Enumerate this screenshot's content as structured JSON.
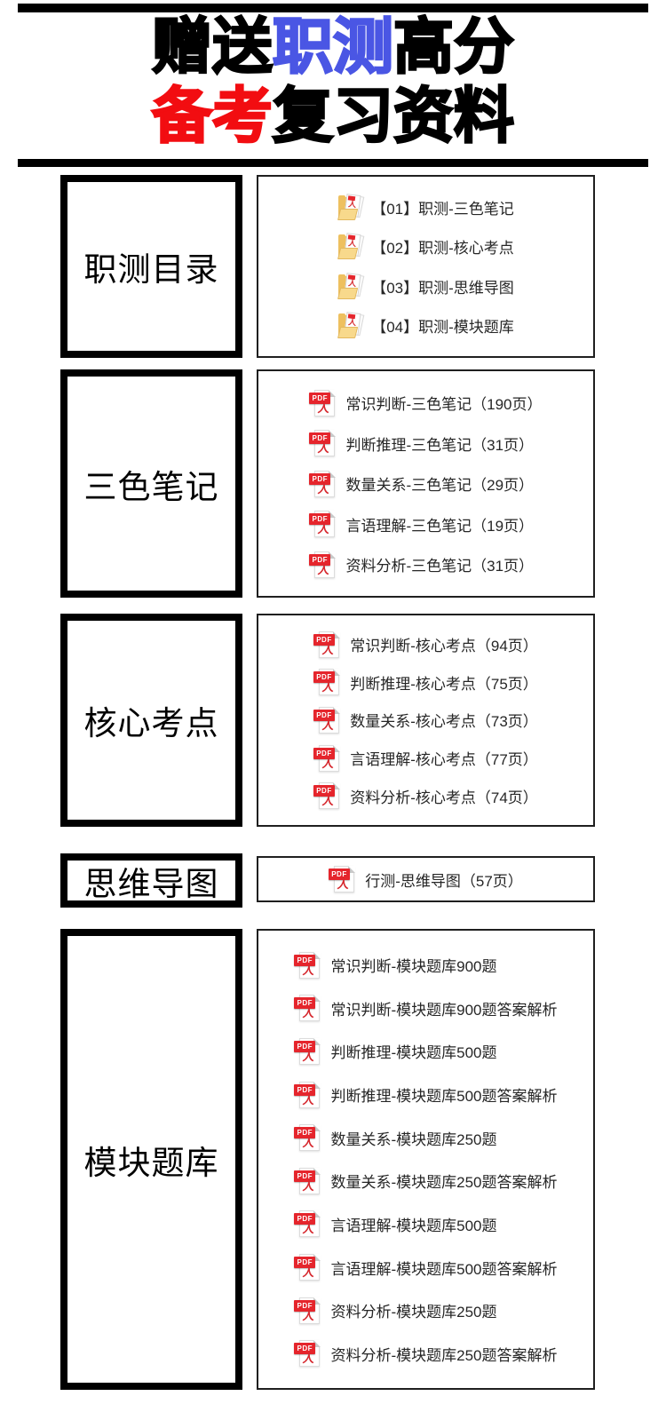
{
  "page": {
    "background": "#ffffff"
  },
  "header": {
    "line1": [
      {
        "text": "赠送",
        "color": "#000000"
      },
      {
        "text": "职测",
        "color": "#4a56e4"
      },
      {
        "text": "高分",
        "color": "#000000"
      }
    ],
    "line2": [
      {
        "text": "备考",
        "color": "#f20d11"
      },
      {
        "text": "复习资料",
        "color": "#000000"
      }
    ]
  },
  "icons": {
    "pdf_badge": "PDF",
    "pdf_glyph": "人",
    "folder_glyph": "人"
  },
  "colors": {
    "accent_blue": "#4a56e4",
    "accent_red": "#f20d11",
    "pdf_red": "#e5252c",
    "folder_yellow": "#eec05f",
    "border_black": "#000000"
  },
  "sections": [
    {
      "id": "zhice-catalog",
      "label": "职测目录",
      "icon": "folder-pdf",
      "items": [
        "【01】职测-三色笔记",
        "【02】职测-核心考点",
        "【03】职测-思维导图",
        "【04】职测-模块题库"
      ]
    },
    {
      "id": "three-color-notes",
      "label": "三色笔记",
      "icon": "pdf",
      "items": [
        "常识判断-三色笔记（190页）",
        "判断推理-三色笔记（31页）",
        "数量关系-三色笔记（29页）",
        "言语理解-三色笔记（19页）",
        "资料分析-三色笔记（31页）"
      ]
    },
    {
      "id": "core-points",
      "label": "核心考点",
      "icon": "pdf",
      "items": [
        "常识判断-核心考点（94页）",
        "判断推理-核心考点（75页）",
        "数量关系-核心考点（73页）",
        "言语理解-核心考点（77页）",
        "资料分析-核心考点（74页）"
      ]
    },
    {
      "id": "mind-map",
      "label": "思维导图",
      "icon": "pdf",
      "items": [
        "行测-思维导图（57页）"
      ]
    },
    {
      "id": "module-question-bank",
      "label": "模块题库",
      "icon": "pdf",
      "items": [
        "常识判断-模块题库900题",
        "常识判断-模块题库900题答案解析",
        "判断推理-模块题库500题",
        "判断推理-模块题库500题答案解析",
        "数量关系-模块题库250题",
        "数量关系-模块题库250题答案解析",
        "言语理解-模块题库500题",
        "言语理解-模块题库500题答案解析",
        "资料分析-模块题库250题",
        "资料分析-模块题库250题答案解析"
      ]
    }
  ]
}
